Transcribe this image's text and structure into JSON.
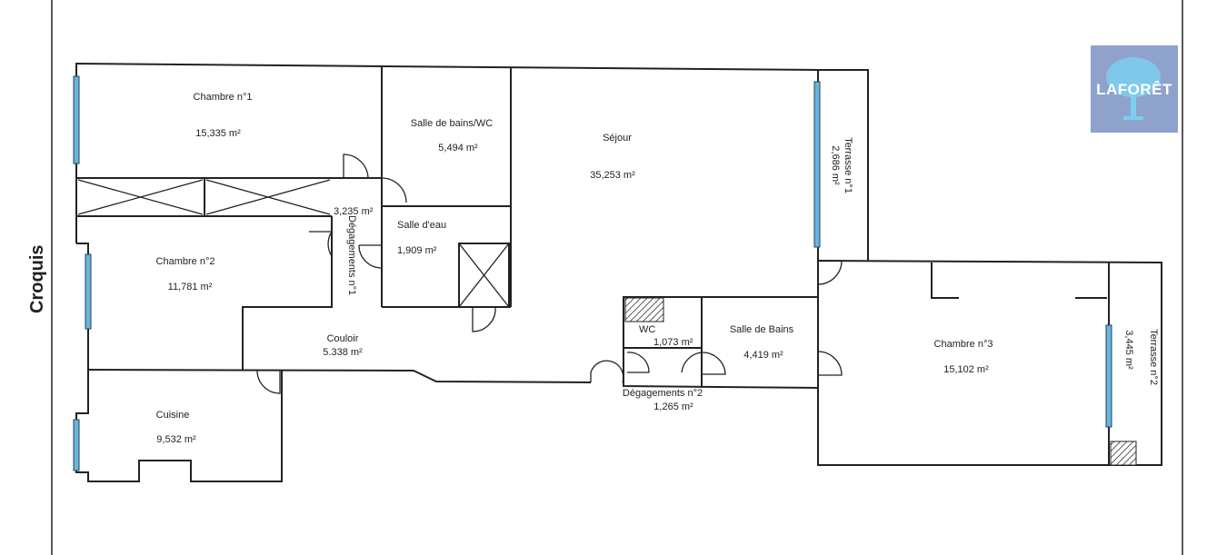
{
  "sheet": {
    "title": "Croquis"
  },
  "logo": {
    "text": "LAFORÊT",
    "background": "#8ea2cc",
    "tree_color": "#7ccff0"
  },
  "colors": {
    "window": "#6ab4dd",
    "wall": "#222222"
  },
  "rooms": [
    {
      "name": "Chambre n°1",
      "area": "15,335  m²"
    },
    {
      "name": "Salle de bains/WC",
      "area": "5,494  m²"
    },
    {
      "name": "Séjour",
      "area": "35,253  m²"
    },
    {
      "name": "Terrasse n°1",
      "area": "2,686  m²"
    },
    {
      "name": "Dégagements n°1",
      "area": "3,235  m²"
    },
    {
      "name": "Salle d'eau",
      "area": "1,909  m²"
    },
    {
      "name": "Chambre n°2",
      "area": "11,781  m²"
    },
    {
      "name": "Couloir",
      "area": "5.338  m²"
    },
    {
      "name": "Cuisine",
      "area": "9,532  m²"
    },
    {
      "name": "WC",
      "area": "1,073  m²"
    },
    {
      "name": "Salle de Bains",
      "area": "4,419  m²"
    },
    {
      "name": "Dégagements n°2",
      "area": "1,265  m²"
    },
    {
      "name": "Chambre n°3",
      "area": "15,102  m²"
    },
    {
      "name": "Terrasse n°2",
      "area": "3,445  m²"
    }
  ]
}
